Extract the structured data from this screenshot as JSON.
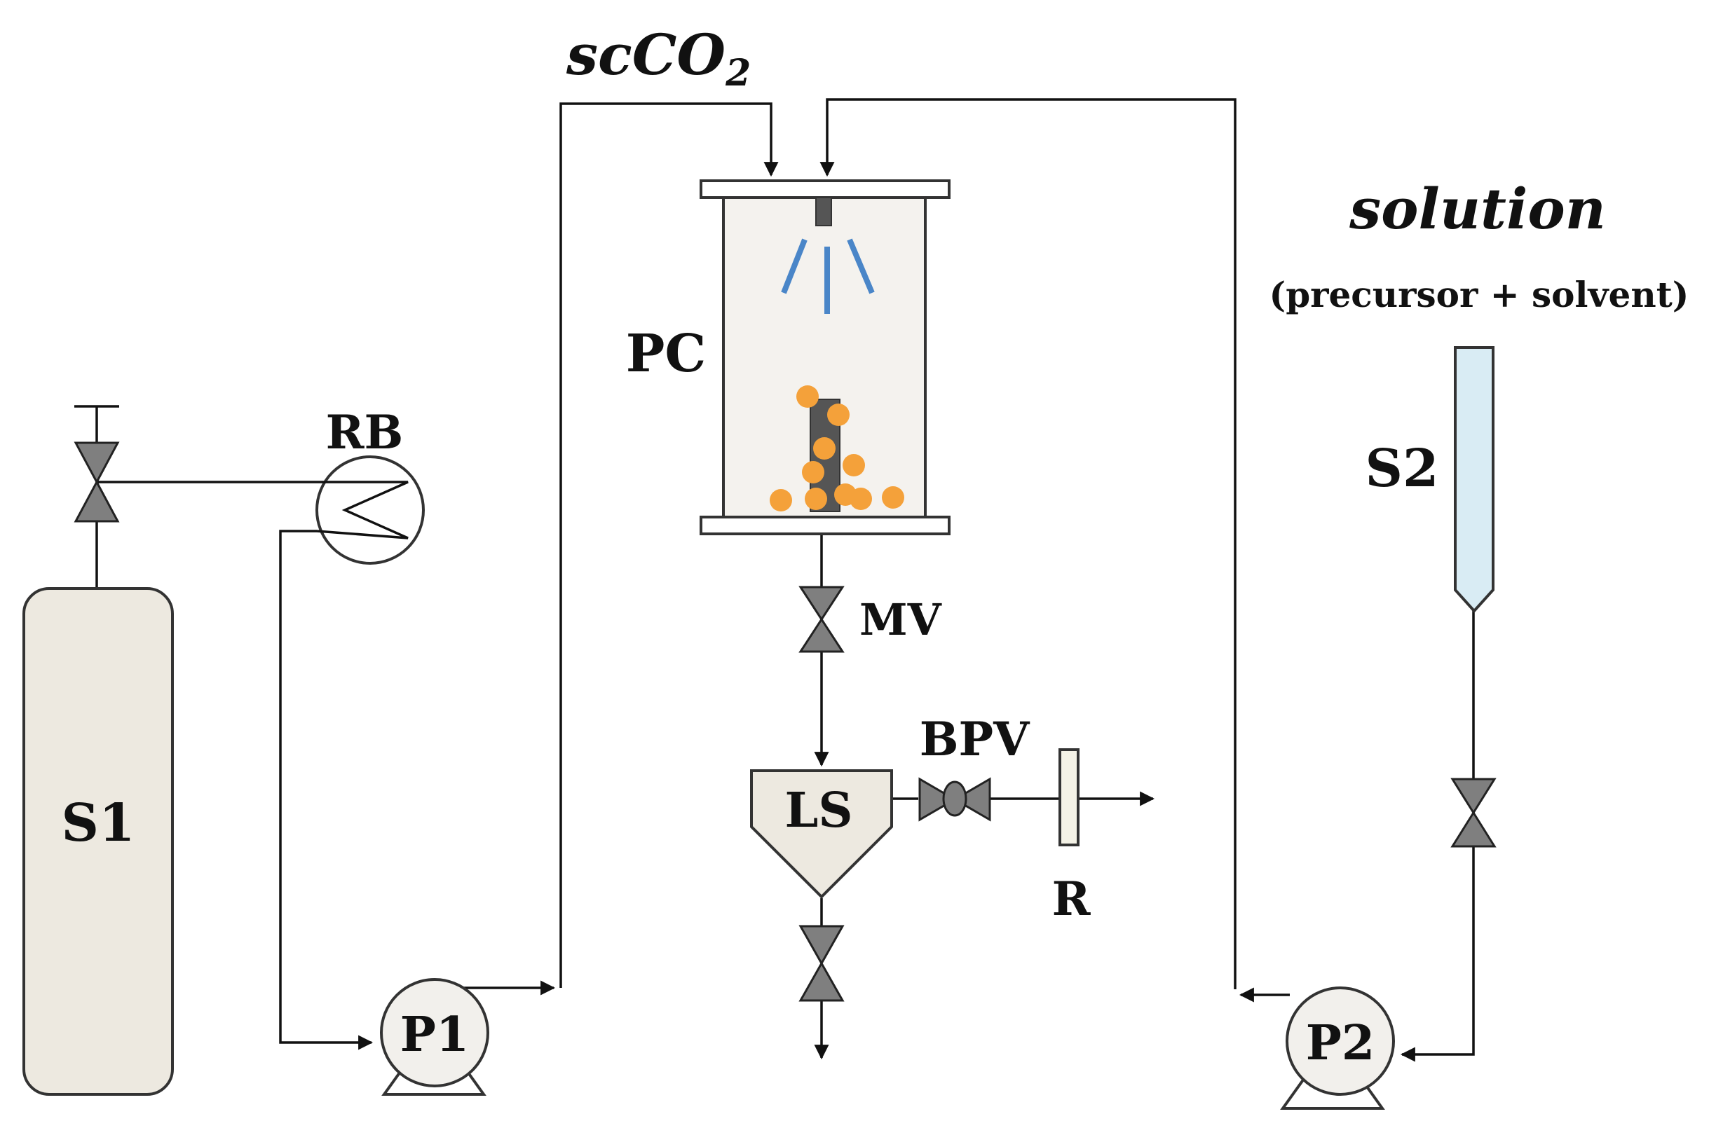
{
  "labels": {
    "scco2_main": "scCO",
    "scco2_sub": "2",
    "solution": "solution",
    "solution_detail": "(precursor + solvent)",
    "pc": "PC",
    "rb": "RB",
    "s1": "S1",
    "s2": "S2",
    "p1": "P1",
    "p2": "P2",
    "mv": "MV",
    "bpv": "BPV",
    "ls": "LS",
    "r": "R"
  },
  "colors": {
    "vessel_fill": "#ede9e0",
    "pc_fill": "#f4f2ee",
    "s2_fill": "#d9ecf4",
    "particles": "#f4a13a",
    "spray": "#4a86c8",
    "valve_fill": "#7f7f7f",
    "line": "#111111"
  }
}
